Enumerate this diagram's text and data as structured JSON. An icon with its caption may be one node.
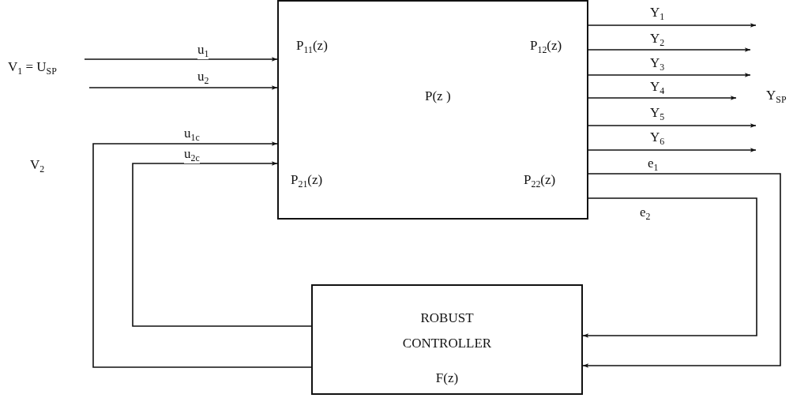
{
  "diagram": {
    "nodes": [
      {
        "text": [
          "P$_{11}$(z)",
          "P$_{12}$(z)",
          "P(z )",
          "P$_{21}$(z)",
          "P$_{22}$(z)"
        ]
      },
      {
        "text": [
          "ROBUST CONTROLLER",
          "F(z)"
        ]
      }
    ],
    "edges": [
      {
        "from": null,
        "to": 0,
        "arrow": "to",
        "label": "u$_{1}$"
      },
      {
        "from": null,
        "to": 0,
        "arrow": "to",
        "label": "u$_{2}$"
      },
      {
        "from": 1,
        "to": 0,
        "arrow": "to",
        "label": "u$_{1c}$"
      },
      {
        "from": 1,
        "to": 0,
        "arrow": "to",
        "label": "u$_{2c}$"
      },
      {
        "from": 0,
        "to": null,
        "arrow": "to",
        "label": "Y$_{1}$"
      },
      {
        "from": 0,
        "to": null,
        "arrow": "to",
        "label": "Y$_{2}$"
      },
      {
        "from": 0,
        "to": null,
        "arrow": "to",
        "label": "Y$_{3}$"
      },
      {
        "from": 0,
        "to": null,
        "arrow": "to",
        "label": "Y$_{4}$"
      },
      {
        "from": 0,
        "to": null,
        "arrow": "to",
        "label": "Y$_{5}$"
      },
      {
        "from": 0,
        "to": null,
        "arrow": "to",
        "label": "Y$_{6}$"
      },
      {
        "from": 0,
        "to": 1,
        "arrow": "to",
        "label": "e$_{1}$"
      },
      {
        "from": 0,
        "to": 1,
        "arrow": "to",
        "label": "e$_{2}$"
      }
    ],
    "labels": [
      "V$_{1}$ = U$_{SP}$",
      "V$_{2}$",
      "Y$_{SP}$"
    ]
  }
}
